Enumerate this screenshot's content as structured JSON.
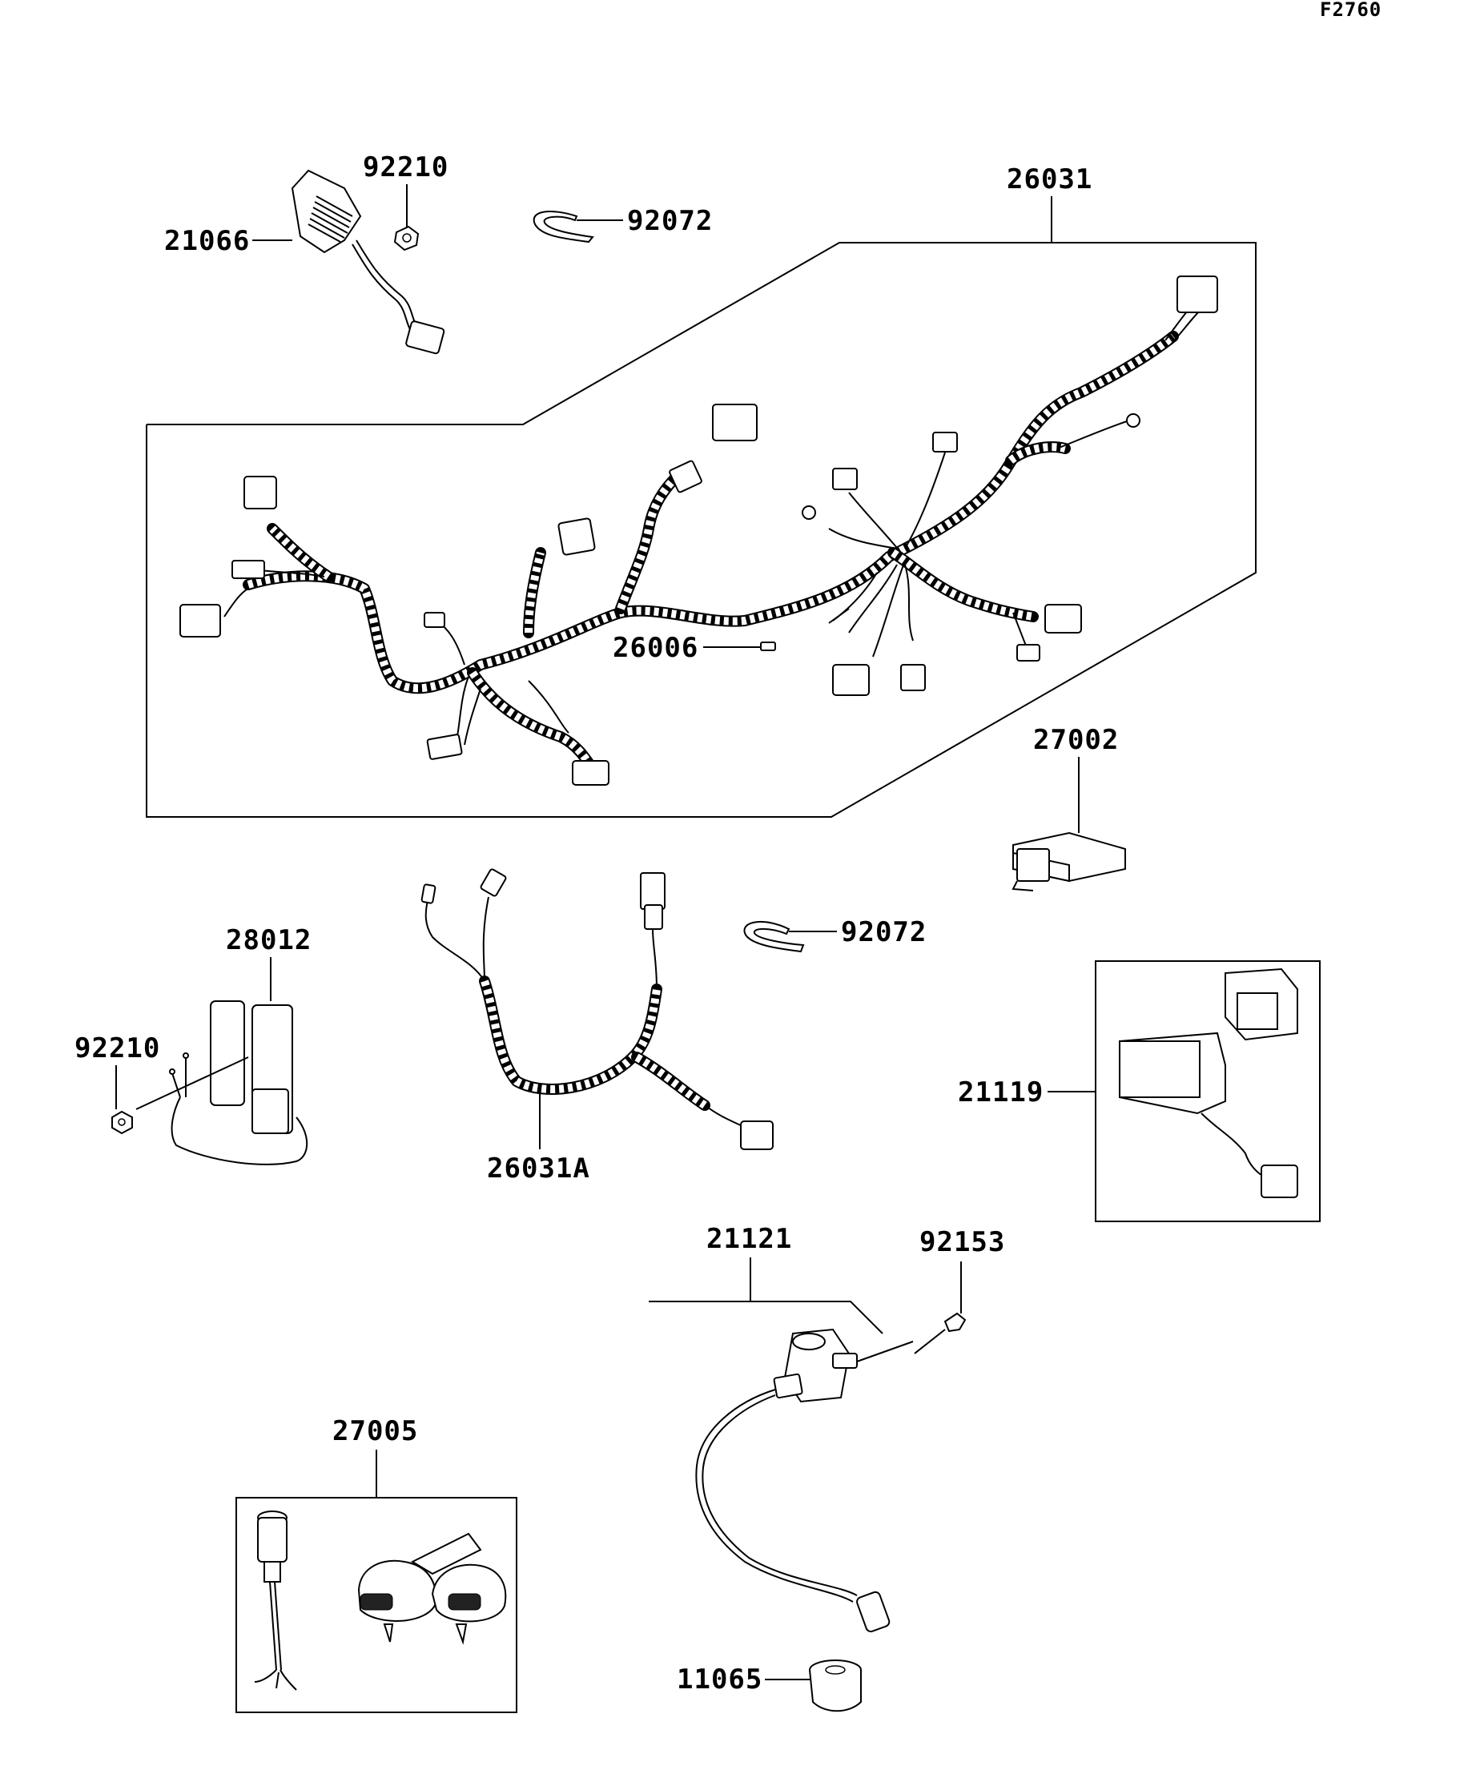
{
  "diagram_code": "F2760",
  "callouts": {
    "p92210_top": "92210",
    "p21066": "21066",
    "p92072_top": "92072",
    "p26031": "26031",
    "p26006": "26006",
    "p27002": "27002",
    "p28012": "28012",
    "p92210_left": "92210",
    "p26031A": "26031A",
    "p92072_mid": "92072",
    "p21119": "21119",
    "p21121": "21121",
    "p92153": "92153",
    "p27005": "27005",
    "p11065": "11065"
  }
}
